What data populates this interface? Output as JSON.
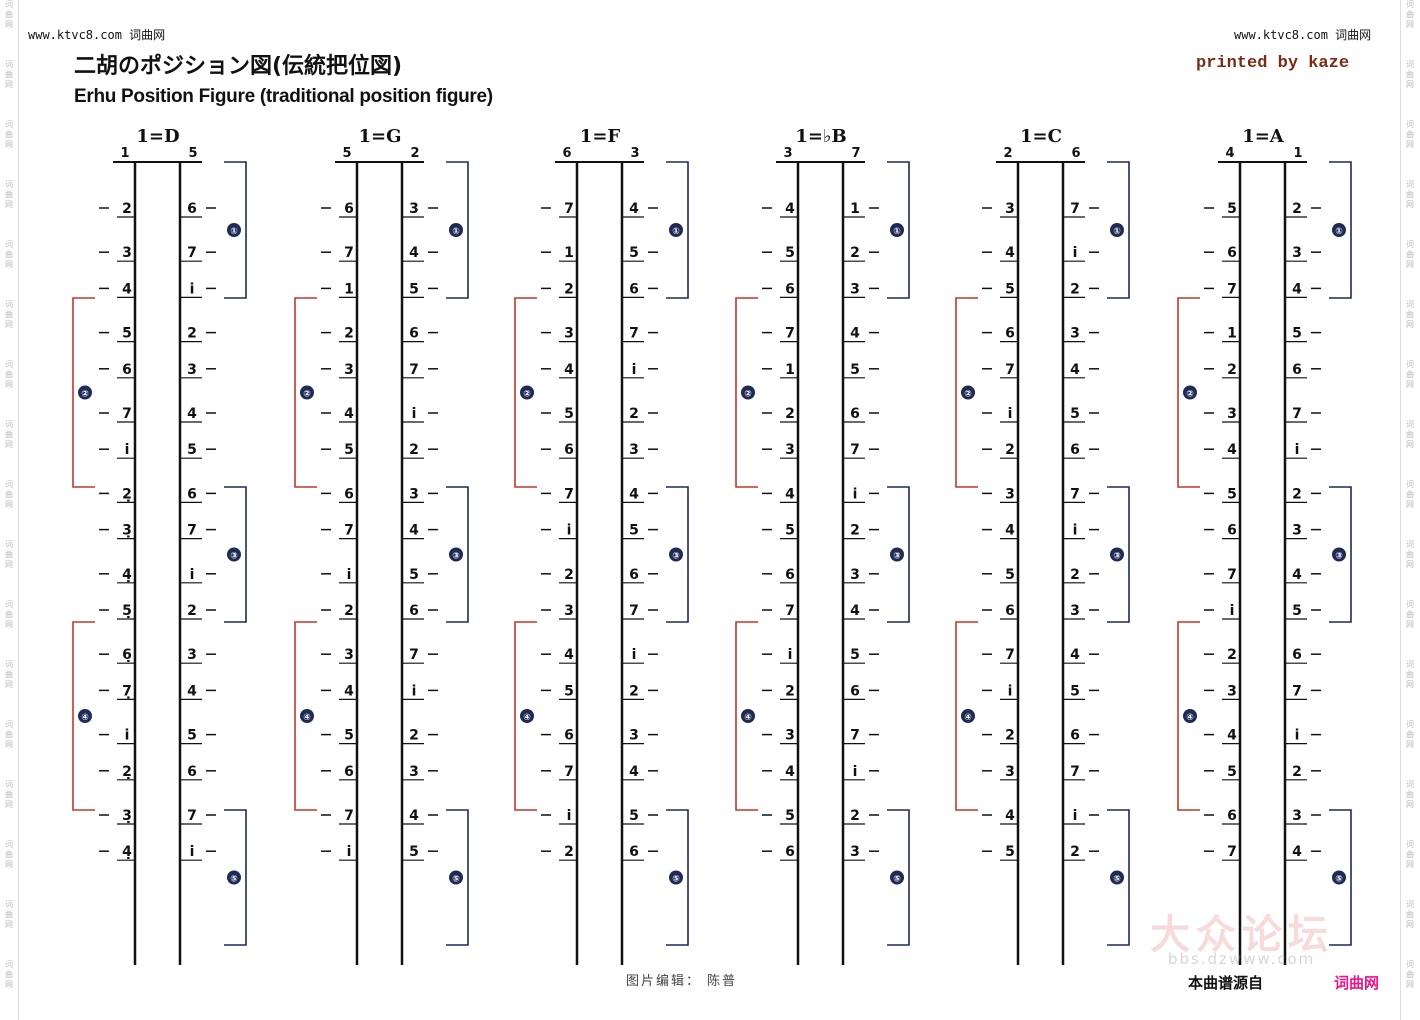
{
  "watermark_side": [
    "词",
    "曲",
    "网"
  ],
  "header": {
    "site_left": "www.ktvc8.com 词曲网",
    "site_right": "www.ktvc8.com 词曲网",
    "title_jp": "二胡のポジション図(伝統把位図)",
    "title_en": "Erhu Position Figure (traditional position figure)",
    "credit": "printed by kaze"
  },
  "footer": {
    "editor": "图片编辑： 陈普",
    "source": "本曲谱源自",
    "source_site": "词曲网",
    "watermark": "大众论坛",
    "watermark_url": "bbs.dzwww.com"
  },
  "colors": {
    "ink": "#111111",
    "bracket_blue": "#1f2a55",
    "bracket_red": "#c0392b",
    "finger": "#7a1a1a"
  },
  "position_labels": [
    "①",
    "②",
    "③",
    "④",
    "⑤"
  ],
  "keys": [
    {
      "label": "1=D",
      "inner": "1",
      "outer": "5",
      "inner_notes": [
        "2",
        "3",
        "4",
        "5",
        "6",
        "7",
        "i",
        "2̣",
        "3̣",
        "4̣",
        "5̣",
        "6̣",
        "7̣",
        "i̇",
        "2̣",
        "3̣",
        "4̣"
      ],
      "outer_notes": [
        "6",
        "7",
        "i",
        "2",
        "3",
        "4",
        "5",
        "6",
        "7",
        "i",
        "2",
        "3",
        "4",
        "5",
        "6",
        "7",
        "i"
      ]
    },
    {
      "label": "1=G",
      "inner": "5",
      "outer": "2",
      "inner_notes": [
        "6",
        "7",
        "1",
        "2",
        "3",
        "4",
        "5",
        "6",
        "7",
        "i",
        "2",
        "3",
        "4",
        "5",
        "6",
        "7",
        "i"
      ],
      "outer_notes": [
        "3",
        "4",
        "5",
        "6",
        "7",
        "i",
        "2",
        "3",
        "4",
        "5",
        "6",
        "7",
        "i",
        "2",
        "3",
        "4",
        "5"
      ]
    },
    {
      "label": "1=F",
      "inner": "6",
      "outer": "3",
      "inner_notes": [
        "7",
        "1",
        "2",
        "3",
        "4",
        "5",
        "6",
        "7",
        "i",
        "2",
        "3",
        "4",
        "5",
        "6",
        "7",
        "i",
        "2"
      ],
      "outer_notes": [
        "4",
        "5",
        "6",
        "7",
        "i",
        "2",
        "3",
        "4",
        "5",
        "6",
        "7",
        "i",
        "2",
        "3",
        "4",
        "5",
        "6"
      ]
    },
    {
      "label": "1=♭B",
      "inner": "3",
      "outer": "7",
      "inner_notes": [
        "4",
        "5",
        "6",
        "7",
        "1",
        "2",
        "3",
        "4",
        "5",
        "6",
        "7",
        "i",
        "2",
        "3",
        "4",
        "5",
        "6"
      ],
      "outer_notes": [
        "1",
        "2",
        "3",
        "4",
        "5",
        "6",
        "7",
        "i",
        "2",
        "3",
        "4",
        "5",
        "6",
        "7",
        "i",
        "2",
        "3"
      ]
    },
    {
      "label": "1=C",
      "inner": "2",
      "outer": "6",
      "inner_notes": [
        "3",
        "4",
        "5",
        "6",
        "7",
        "i",
        "2",
        "3",
        "4",
        "5",
        "6",
        "7",
        "i",
        "2",
        "3",
        "4",
        "5"
      ],
      "outer_notes": [
        "7",
        "i",
        "2",
        "3",
        "4",
        "5",
        "6",
        "7",
        "i",
        "2",
        "3",
        "4",
        "5",
        "6",
        "7",
        "i",
        "2"
      ]
    },
    {
      "label": "1=A",
      "inner": "4",
      "outer": "1",
      "inner_notes": [
        "5",
        "6",
        "7",
        "1",
        "2",
        "3",
        "4",
        "5",
        "6",
        "7",
        "i",
        "2",
        "3",
        "4",
        "5",
        "6",
        "7"
      ],
      "outer_notes": [
        "2",
        "3",
        "4",
        "5",
        "6",
        "7",
        "i",
        "2",
        "3",
        "4",
        "5",
        "6",
        "7",
        "i",
        "2",
        "3",
        "4"
      ]
    }
  ]
}
